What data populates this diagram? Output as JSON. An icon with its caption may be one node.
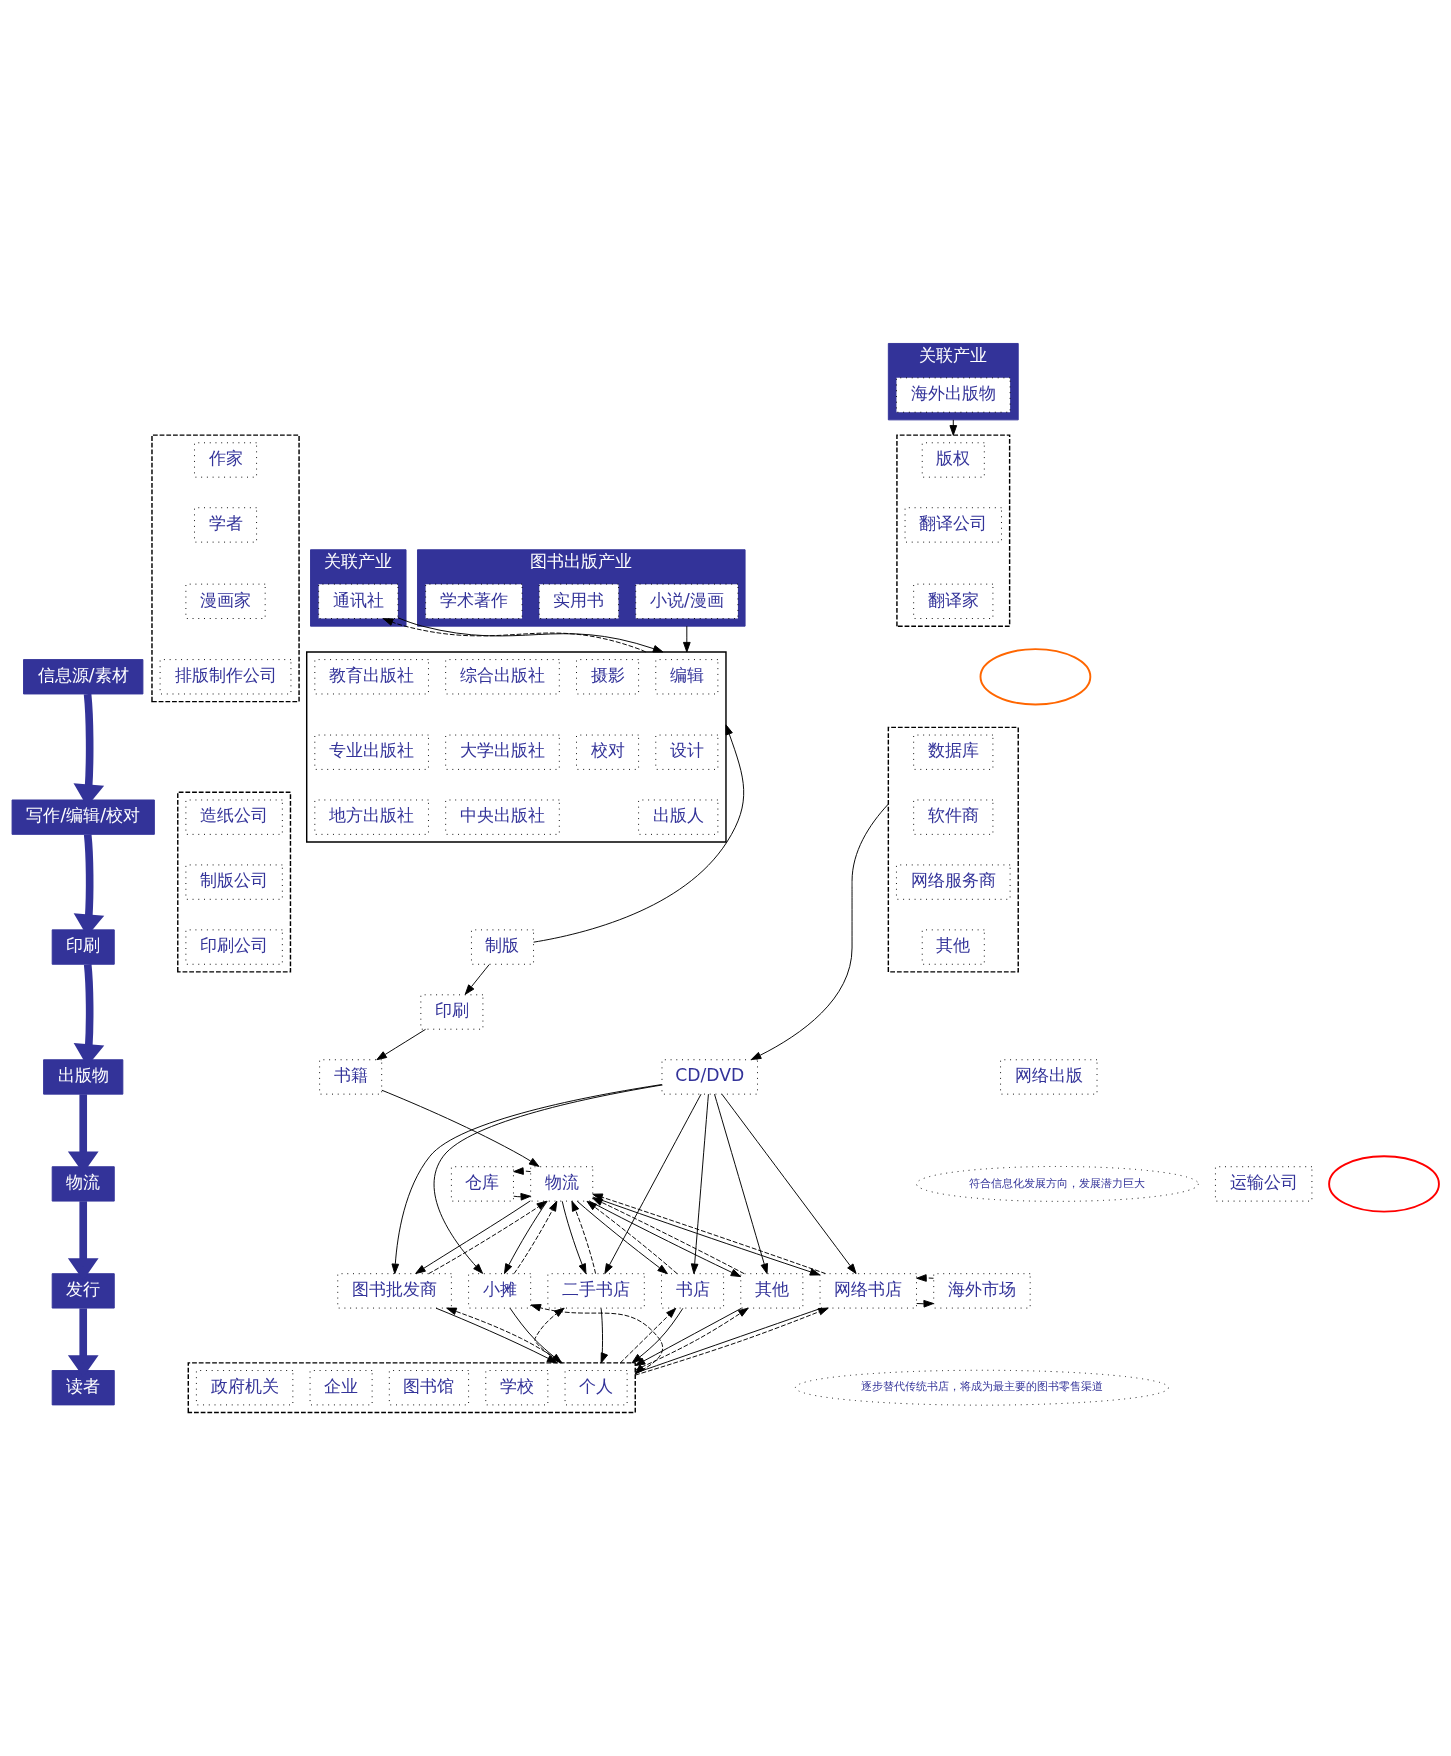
{
  "diagram": {
    "nodes": [
      {
        "text": [
          "信息源/素材"
        ]
      },
      {
        "text": [
          "写作/编辑/校对"
        ]
      },
      {
        "text": [
          "印刷"
        ]
      },
      {
        "text": [
          "出版物"
        ]
      },
      {
        "text": [
          "物流"
        ]
      },
      {
        "text": [
          "发行"
        ]
      },
      {
        "text": [
          "读者"
        ]
      },
      {
        "text": [
          "关联产业"
        ]
      },
      {
        "text": [
          "通讯社"
        ],
        "in": 7
      },
      {
        "text": [
          "图书出版产业"
        ]
      },
      {
        "text": [
          "小说/漫画"
        ],
        "in": 9
      },
      {
        "text": [
          "实用书"
        ],
        "in": 9
      },
      {
        "text": [
          "学术著作"
        ],
        "in": 9
      },
      {
        "text": [
          "关联产业"
        ]
      },
      {
        "text": [
          "海外出版物"
        ],
        "in": 13
      },
      {
        "text": [],
        "shape": "box"
      },
      {
        "text": [
          "作家"
        ],
        "in": 15
      },
      {
        "text": [
          "学者"
        ],
        "in": 15
      },
      {
        "text": [
          "漫画家"
        ],
        "in": 15
      },
      {
        "text": [
          "排版制作公司"
        ],
        "in": 15
      },
      {
        "text": [],
        "shape": "box"
      },
      {
        "text": [
          "编辑"
        ],
        "in": 20
      },
      {
        "text": [
          "摄影"
        ],
        "in": 20
      },
      {
        "text": [
          "设计"
        ],
        "in": 20
      },
      {
        "text": [
          "校对"
        ],
        "in": 20
      },
      {
        "text": [
          "出版人"
        ],
        "in": 20
      },
      {
        "text": [
          "综合出版社"
        ],
        "in": 20
      },
      {
        "text": [
          "教育出版社"
        ],
        "in": 20
      },
      {
        "text": [
          "大学出版社"
        ],
        "in": 20
      },
      {
        "text": [
          "专业出版社"
        ],
        "in": 20
      },
      {
        "text": [
          "中央出版社"
        ],
        "in": 20
      },
      {
        "text": [
          "地方出版社"
        ],
        "in": 20
      },
      {
        "text": [],
        "shape": "box"
      },
      {
        "text": [
          "版权"
        ],
        "in": 32
      },
      {
        "text": [
          "翻译公司"
        ],
        "in": 32
      },
      {
        "text": [
          "翻译家"
        ],
        "in": 32
      },
      {
        "text": [],
        "shape": "box"
      },
      {
        "text": [
          "造纸公司"
        ],
        "in": 36
      },
      {
        "text": [
          "制版公司"
        ],
        "in": 36
      },
      {
        "text": [
          "印刷公司"
        ],
        "in": 36
      },
      {
        "text": [
          "制版"
        ]
      },
      {
        "text": [
          "印刷"
        ]
      },
      {
        "text": [],
        "shape": "box"
      },
      {
        "text": [
          "数据库"
        ],
        "in": 42
      },
      {
        "text": [
          "软件商"
        ],
        "in": 42
      },
      {
        "text": [
          "网络服务商"
        ],
        "in": 42
      },
      {
        "text": [
          "其他"
        ],
        "in": 42
      },
      {
        "text": [
          "书籍"
        ]
      },
      {
        "text": [
          "网络出版"
        ]
      },
      {
        "text": [
          "CD/DVD"
        ]
      },
      {
        "text": [
          "运输公司"
        ]
      },
      {
        "text": [
          "仓库"
        ]
      },
      {
        "text": [
          "物流"
        ]
      },
      {
        "text": [
          "二手书店"
        ]
      },
      {
        "text": [
          "书店"
        ]
      },
      {
        "text": [
          "图书批发商"
        ]
      },
      {
        "text": [
          "小摊"
        ]
      },
      {
        "text": [
          "其他"
        ]
      },
      {
        "text": [
          "网络书店"
        ]
      },
      {
        "text": [
          "海外市场"
        ]
      },
      {
        "text": [],
        "shape": "box"
      },
      {
        "text": [
          "个人"
        ],
        "in": 60
      },
      {
        "text": [
          "学校"
        ],
        "in": 60
      },
      {
        "text": [
          "图书馆"
        ],
        "in": 60
      },
      {
        "text": [
          "企业"
        ],
        "in": 60
      },
      {
        "text": [
          "政府机关"
        ],
        "in": 60
      },
      {
        "text": [
          "符合信息化发展方向，发展潜力巨大"
        ]
      },
      {
        "text": [
          "逐步替代传统书店，将成为最主要的图书零售渠道"
        ]
      },
      {
        "text": [],
        "shape": "cloud"
      },
      {
        "text": [],
        "shape": "cloud"
      }
    ],
    "edges": [
      {
        "from": 0,
        "to": 1,
        "arrow": "to",
        "style": "thick",
        "color": "#333399"
      },
      {
        "from": 1,
        "to": 2,
        "arrow": "to",
        "style": "thick",
        "color": "#333399"
      },
      {
        "from": 2,
        "to": 3,
        "arrow": "to",
        "style": "thick",
        "color": "#333399"
      },
      {
        "from": 3,
        "to": 4,
        "arrow": "to",
        "style": "thick",
        "color": "#333399"
      },
      {
        "from": 4,
        "to": 5,
        "arrow": "to",
        "style": "thick",
        "color": "#333399"
      },
      {
        "from": 5,
        "to": 6,
        "arrow": "to",
        "style": "thick",
        "color": "#333399"
      },
      {
        "from": 8,
        "to": 20,
        "arrow": "to"
      },
      {
        "from": 20,
        "to": 8,
        "arrow": "to",
        "style": "dashed"
      },
      {
        "from": 9,
        "to": 20,
        "arrow": "to"
      },
      {
        "from": 13,
        "to": 32,
        "arrow": "to"
      },
      {
        "from": 40,
        "to": 20,
        "arrow": "to"
      },
      {
        "from": 40,
        "to": 41,
        "arrow": "to"
      },
      {
        "from": 41,
        "to": 47,
        "arrow": "to"
      },
      {
        "from": 42,
        "to": 49,
        "arrow": "to"
      },
      {
        "from": 47,
        "to": 52,
        "arrow": "to"
      },
      {
        "from": 51,
        "to": 52,
        "arrow": "to"
      },
      {
        "from": 52,
        "to": 51,
        "arrow": "to",
        "style": "dashed"
      },
      {
        "from": 52,
        "to": 53,
        "arrow": "to"
      },
      {
        "from": 52,
        "to": 54,
        "arrow": "to"
      },
      {
        "from": 52,
        "to": 55,
        "arrow": "to"
      },
      {
        "from": 52,
        "to": 56,
        "arrow": "to"
      },
      {
        "from": 52,
        "to": 57,
        "arrow": "to"
      },
      {
        "from": 52,
        "to": 58,
        "arrow": "to"
      },
      {
        "from": 53,
        "to": 52,
        "arrow": "to",
        "style": "dashed"
      },
      {
        "from": 54,
        "to": 52,
        "arrow": "to",
        "style": "dashed"
      },
      {
        "from": 55,
        "to": 52,
        "arrow": "to",
        "style": "dashed"
      },
      {
        "from": 56,
        "to": 52,
        "arrow": "to",
        "style": "dashed"
      },
      {
        "from": 57,
        "to": 52,
        "arrow": "to",
        "style": "dashed"
      },
      {
        "from": 58,
        "to": 52,
        "arrow": "to",
        "style": "dashed"
      },
      {
        "from": 49,
        "to": 53,
        "arrow": "to"
      },
      {
        "from": 49,
        "to": 54,
        "arrow": "to"
      },
      {
        "from": 49,
        "to": 55,
        "arrow": "to"
      },
      {
        "from": 49,
        "to": 56,
        "arrow": "to"
      },
      {
        "from": 49,
        "to": 57,
        "arrow": "to"
      },
      {
        "from": 49,
        "to": 58,
        "arrow": "to"
      },
      {
        "from": 58,
        "to": 59,
        "arrow": "to"
      },
      {
        "from": 59,
        "to": 58,
        "arrow": "to",
        "style": "dashed"
      },
      {
        "from": 53,
        "to": 60,
        "arrow": "to"
      },
      {
        "from": 54,
        "to": 60,
        "arrow": "to"
      },
      {
        "from": 55,
        "to": 60,
        "arrow": "to"
      },
      {
        "from": 56,
        "to": 60,
        "arrow": "to"
      },
      {
        "from": 57,
        "to": 60,
        "arrow": "to"
      },
      {
        "from": 58,
        "to": 60,
        "arrow": "to"
      },
      {
        "from": 60,
        "to": 53,
        "arrow": "to",
        "style": "dashed"
      },
      {
        "from": 60,
        "to": 54,
        "arrow": "to",
        "style": "dashed"
      },
      {
        "from": 60,
        "to": 55,
        "arrow": "to",
        "style": "dashed"
      },
      {
        "from": 60,
        "to": 56,
        "arrow": "to",
        "style": "dashed"
      },
      {
        "from": 60,
        "to": 57,
        "arrow": "to",
        "style": "dashed"
      },
      {
        "from": 60,
        "to": 58,
        "arrow": "to",
        "style": "dashed"
      }
    ]
  }
}
